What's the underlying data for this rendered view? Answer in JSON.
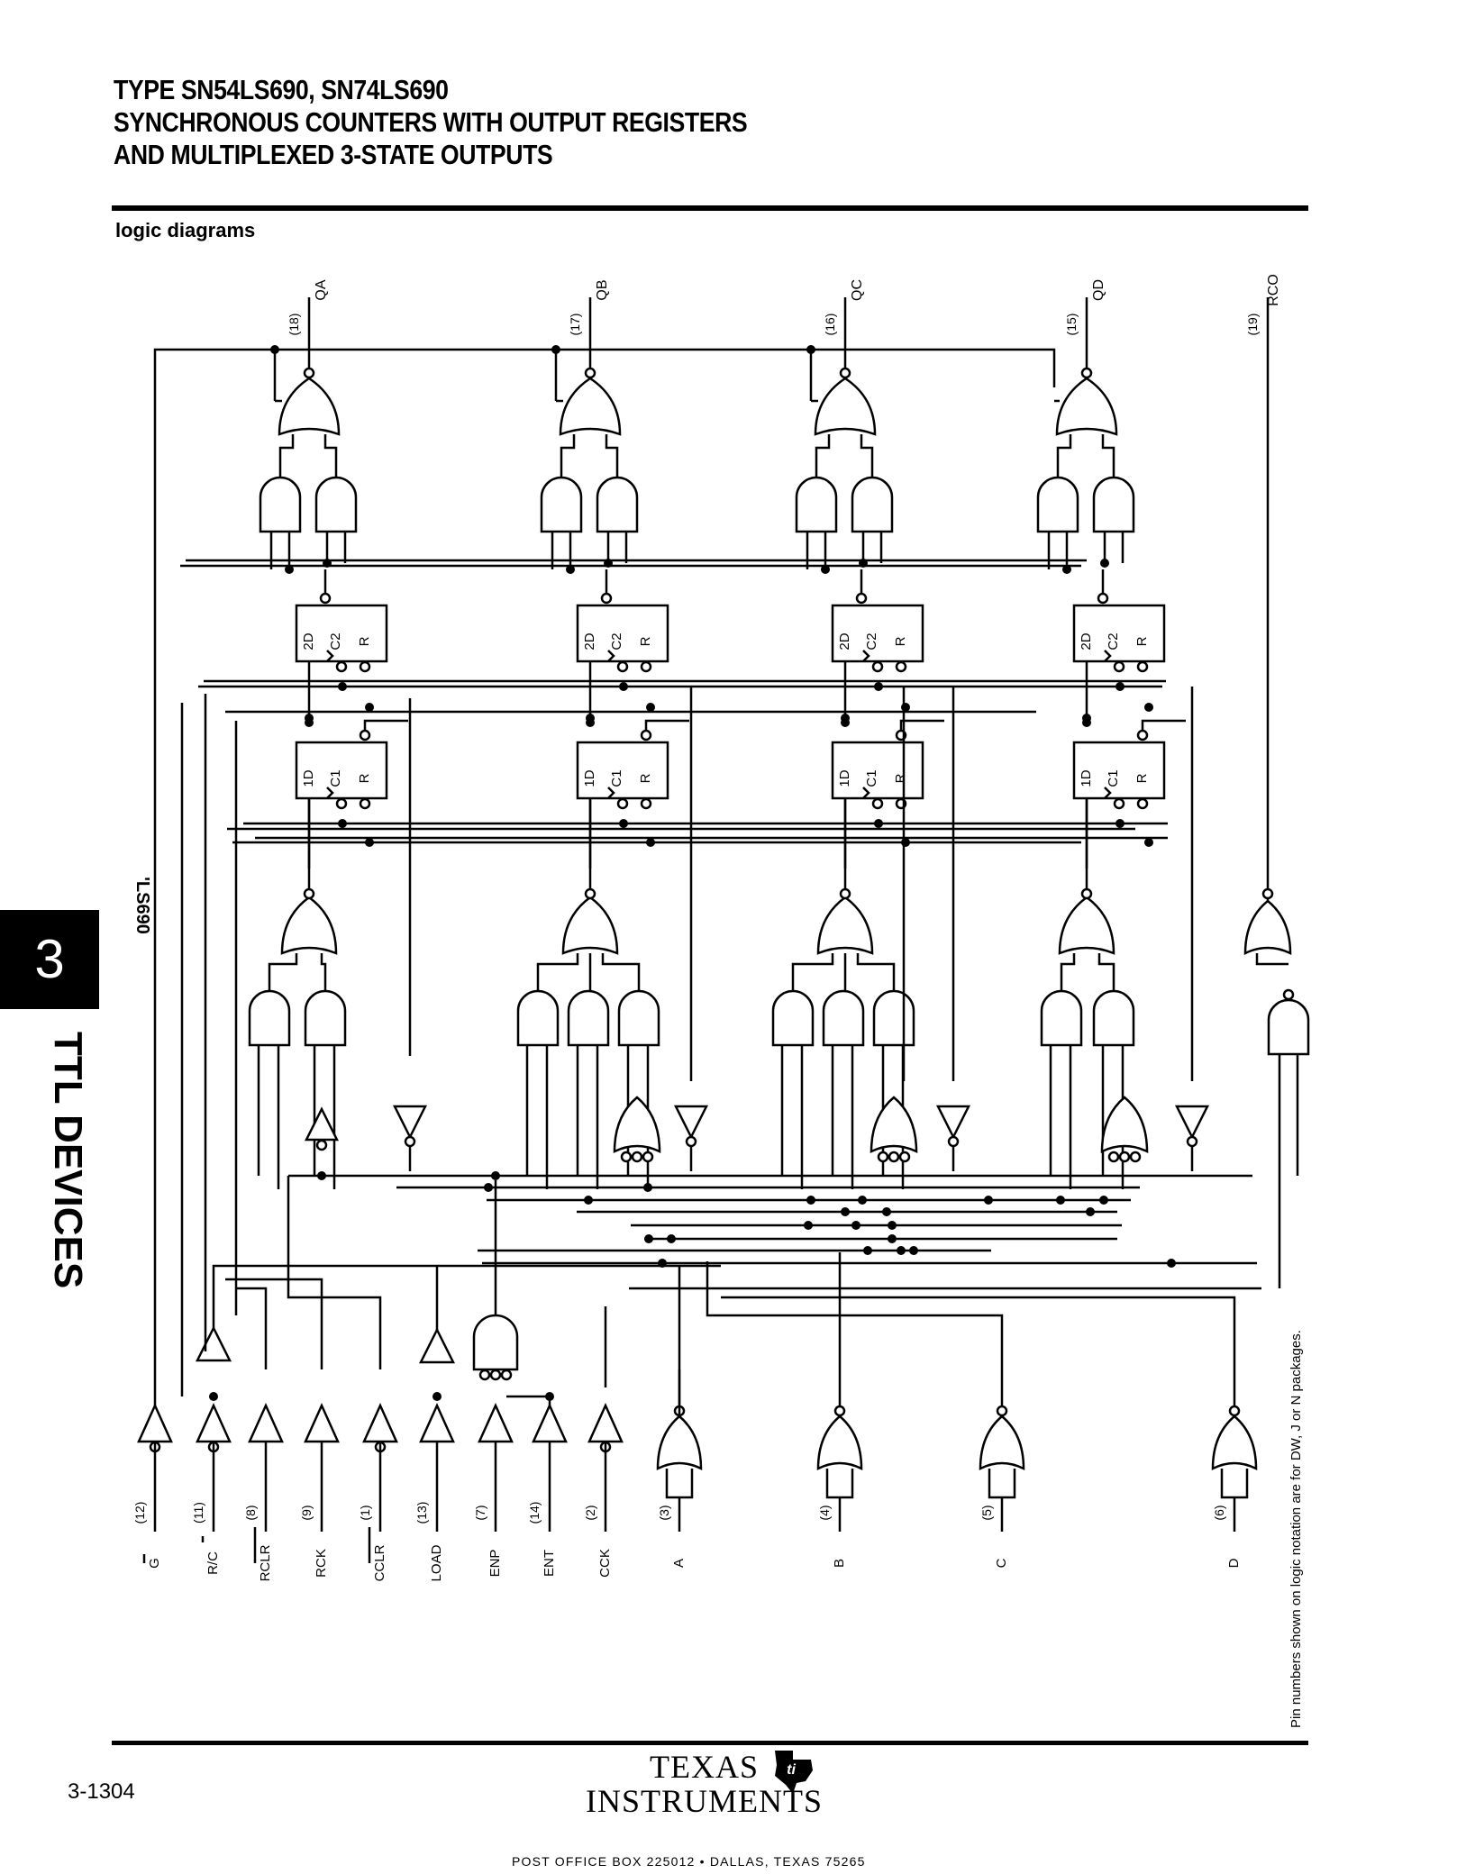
{
  "header": {
    "title_lines": [
      "TYPE SN54LS690, SN74LS690",
      "SYNCHRONOUS COUNTERS WITH OUTPUT REGISTERS",
      "AND MULTIPLEXED 3-STATE OUTPUTS"
    ]
  },
  "section_heading": "logic diagrams",
  "side_tab": {
    "number": "3",
    "label": "TTL DEVICES"
  },
  "diagram": {
    "device_label": "'LS690",
    "outputs": [
      {
        "pin": "(18)",
        "name": "QA"
      },
      {
        "pin": "(17)",
        "name": "QB"
      },
      {
        "pin": "(16)",
        "name": "QC"
      },
      {
        "pin": "(15)",
        "name": "QD"
      },
      {
        "pin": "(19)",
        "name": "RCO"
      }
    ],
    "inputs": [
      {
        "pin": "(12)",
        "name": "G"
      },
      {
        "pin": "(11)",
        "name": "R/C"
      },
      {
        "pin": "(8)",
        "name": "RCLR"
      },
      {
        "pin": "(9)",
        "name": "RCK"
      },
      {
        "pin": "(1)",
        "name": "CCLR"
      },
      {
        "pin": "(13)",
        "name": "LOAD"
      },
      {
        "pin": "(7)",
        "name": "ENP"
      },
      {
        "pin": "(14)",
        "name": "ENT"
      },
      {
        "pin": "(2)",
        "name": "CCK"
      },
      {
        "pin": "(3)",
        "name": "A"
      },
      {
        "pin": "(4)",
        "name": "B"
      },
      {
        "pin": "(5)",
        "name": "C"
      },
      {
        "pin": "(6)",
        "name": "D"
      }
    ],
    "register_labels": {
      "d2": "2D",
      "c2": "C2",
      "r": "R"
    },
    "counter_labels": {
      "d1": "1D",
      "c1": "C1",
      "r": "R"
    },
    "footnote": "Pin numbers shown on logic notation are for DW, J or N packages."
  },
  "footer": {
    "page_number": "3-1304",
    "company_line1": "TEXAS",
    "company_line2": "INSTRUMENTS",
    "address": "POST OFFICE BOX 225012 • DALLAS, TEXAS 75265"
  }
}
